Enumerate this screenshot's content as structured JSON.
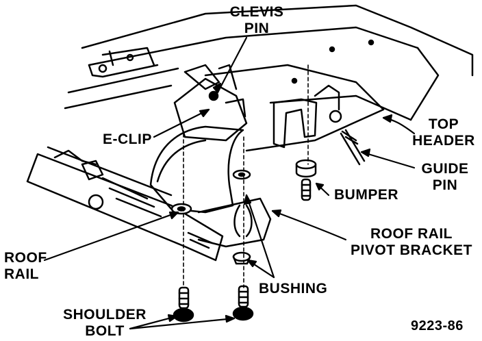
{
  "labels": {
    "clevis_pin": [
      "CLEVIS",
      "PIN"
    ],
    "e_clip": "E-CLIP",
    "top_header": [
      "TOP",
      "HEADER"
    ],
    "guide_pin": [
      "GUIDE",
      "PIN"
    ],
    "bumper": "BUMPER",
    "roof_rail_pivot_bracket": [
      "ROOF RAIL",
      "PIVOT BRACKET"
    ],
    "roof_rail": [
      "ROOF",
      "RAIL"
    ],
    "bushing": "BUSHING",
    "shoulder_bolt": [
      "SHOULDER",
      "BOLT"
    ]
  },
  "figure_number": "9223-86",
  "colors": {
    "ink": "#000000",
    "paper": "#ffffff"
  }
}
